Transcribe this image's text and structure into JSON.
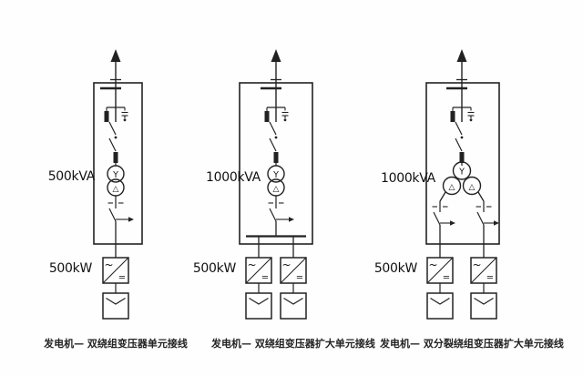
{
  "figure": {
    "type": "electrical-single-line-diagram",
    "diagrams": [
      {
        "caption": "发电机— 双绕组变压器单元接线",
        "transformer_rating": "500kVA",
        "generator_rating": "500kW",
        "transformer": "two-winding",
        "generator_units": 1
      },
      {
        "caption": "发电机— 双绕组变压器扩大单元接线",
        "transformer_rating": "1000kVA",
        "generator_rating": "500kW",
        "transformer": "two-winding",
        "generator_units": 2
      },
      {
        "caption": "发电机— 双分裂绕组变压器扩大单元接线",
        "transformer_rating": "1000kVA",
        "generator_rating": "500kW",
        "transformer": "split-winding",
        "generator_units": 2
      }
    ],
    "symbols": {
      "wye": "Y",
      "delta": "△",
      "ac": "~",
      "dc": "="
    }
  }
}
